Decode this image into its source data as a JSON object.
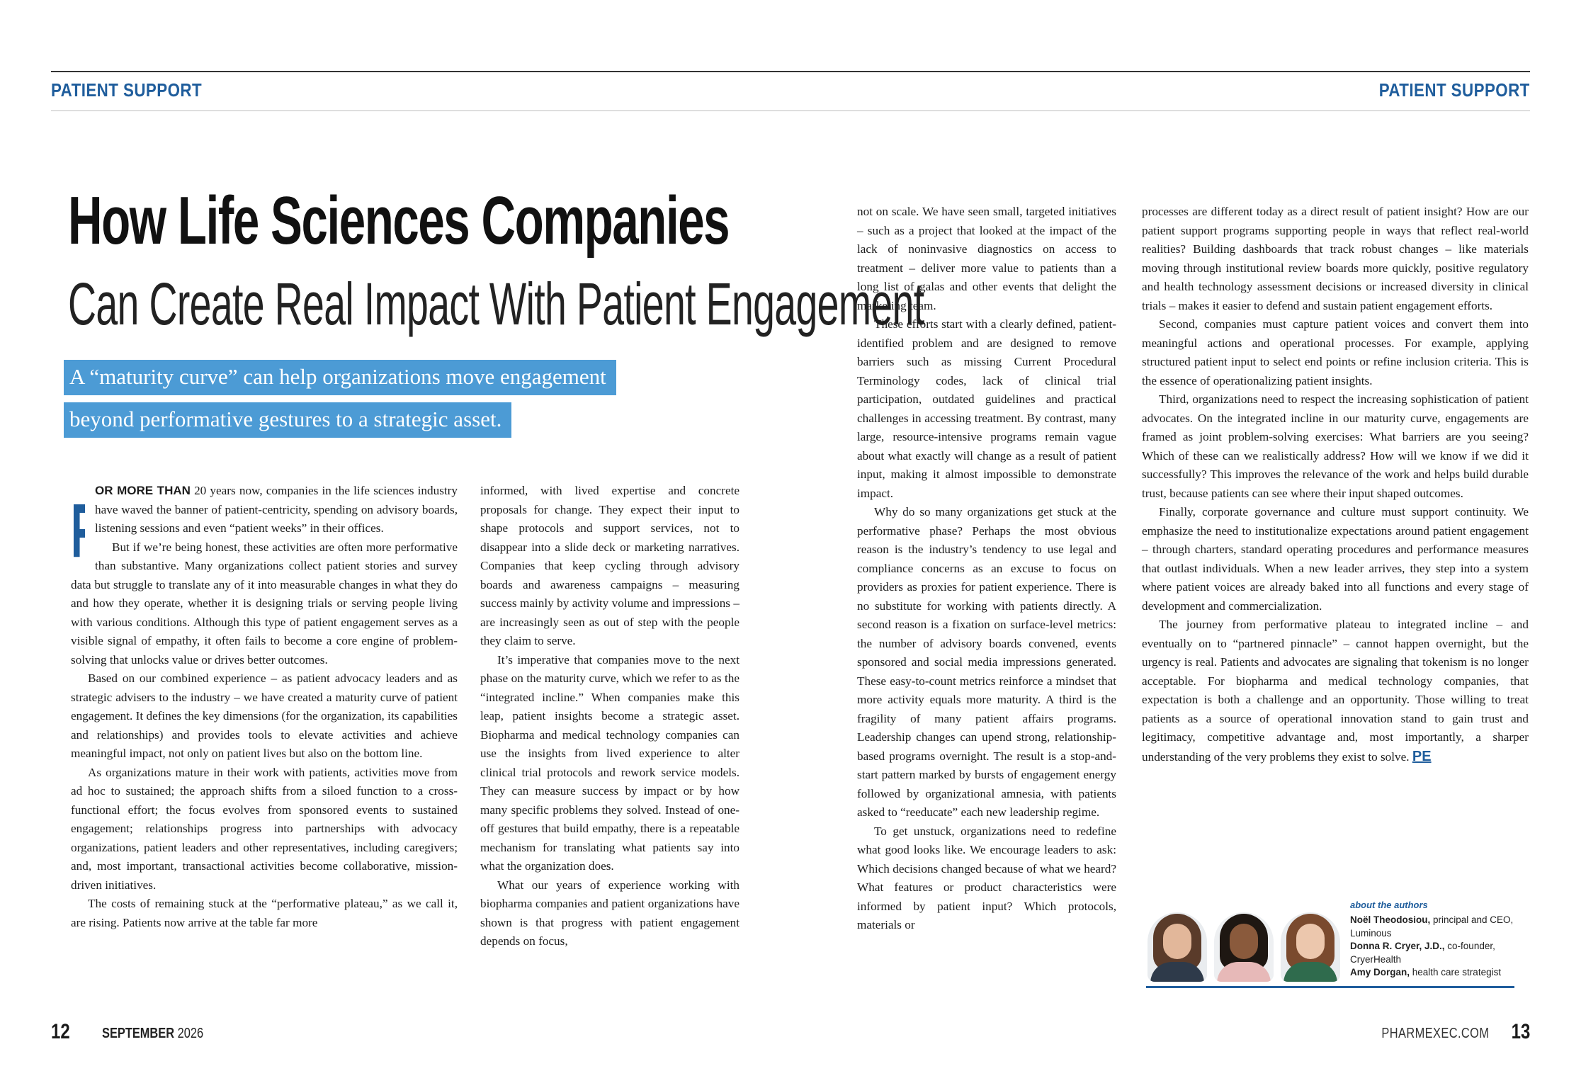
{
  "header": {
    "section_left": "PATIENT SUPPORT",
    "section_right": "PATIENT SUPPORT"
  },
  "article": {
    "title": "How Life Sciences Companies",
    "subtitle": "Can Create Real Impact With Patient Engagement",
    "deck": [
      "A “maturity curve”  can help organizations move engagement",
      "beyond performative gestures to a strategic asset."
    ],
    "dropcap": "F",
    "lead_caps": "OR MORE THAN",
    "lead_rest": " 20 years now, companies in the life sciences industry have waved the banner of patient-centricity, spending on advisory boards, listening sessions and even “patient weeks” in their offices.",
    "col1": [
      "But if we’re being honest, these activities are often more performative than substantive. Many organizations collect patient stories and survey data but struggle to translate any of it into measurable changes in what they do and how they operate, whether it is designing trials or serving people living with various conditions. Although this type of patient engagement serves as a visible signal of empathy, it often fails to become a core engine of problem-solving that unlocks value or drives better outcomes.",
      "Based on our combined experience – as patient advocacy leaders and as strategic advisers to the industry – we have created a maturity curve of patient engagement. It defines the key dimensions (for the organization, its capabilities and relationships) and provides tools to elevate activities and achieve meaningful impact, not only on patient lives but also on the bottom line.",
      "As organizations mature in their work with patients, activities move from ad hoc to sustained; the approach shifts from a siloed function to a cross-functional effort; the focus evolves from sponsored events to sustained engagement; relationships progress into partnerships with advocacy organizations, patient leaders and other representatives, including caregivers; and, most important, transactional activities become collaborative, mission-driven initiatives.",
      "The costs of remaining stuck at the “performative plateau,” as we call it, are rising. Patients now arrive at the table far more"
    ],
    "col2": [
      "informed, with lived expertise and concrete proposals for change. They expect their input to shape protocols and support services, not to disappear into a slide deck or marketing narratives. Companies that keep cycling through advisory boards and awareness campaigns – measuring success mainly by activity volume and impressions – are increasingly seen as out of step with the people they claim to serve.",
      "It’s imperative that companies move to the next phase on the maturity curve, which we refer to as the “integrated incline.” When companies make this leap, patient insights become a strategic asset. Biopharma and medical technology companies can use the insights from lived experience to alter clinical trial protocols and rework service models. They can measure success by impact or by how many specific problems they solved. Instead of one-off gestures that build empathy, there is a repeatable mechanism for translating what patients say into what the organization does.",
      "What our years of experience working with biopharma companies and patient organizations have shown is that progress with patient engagement depends on focus,"
    ],
    "col3": [
      "not on scale. We have seen small, targeted initiatives – such as a project that looked at the impact of the lack of noninvasive diagnostics on access to treatment – deliver more value to patients than a long list of galas and other events that delight the marketing team.",
      "These efforts start with a clearly defined, patient-identified problem and are designed to remove barriers such as missing Current Procedural Terminology codes, lack of clinical trial participation, outdated guidelines and practical challenges in accessing treatment. By contrast, many large, resource-intensive programs remain vague about what exactly will change as a result of patient input, making it almost impossible to demonstrate impact.",
      "Why do so many organizations get stuck at the performative phase? Perhaps the most obvious reason is the industry’s tendency to use legal and compliance concerns as an excuse to focus on providers as proxies for patient experience. There is no substitute for working with patients directly. A second reason is a fixation on surface-level metrics: the number of advisory boards convened, events sponsored and social media impressions generated. These easy-to-count metrics reinforce a mindset that more activity equals more maturity. A third is the fragility of many patient affairs programs. Leadership changes can upend strong, relationship-based programs overnight. The result is a stop-and-start pattern marked by bursts of engagement energy followed by organizational amnesia, with patients asked to “reeducate” each new leadership regime.",
      "To get unstuck, organizations need to redefine what good looks like. We encourage leaders to ask: Which decisions changed because of what we heard? What features or product characteristics were informed by patient input? Which protocols, materials or"
    ],
    "col4": [
      "processes are different today as a direct result of patient insight? How are our patient support programs supporting people in ways that reflect real-world realities? Building dashboards that track robust changes – like materials moving through institutional review boards more quickly, positive regulatory and health technology assessment decisions or increased diversity in clinical trials – makes it easier to defend and sustain patient engagement efforts.",
      "Second, companies must capture patient voices and convert them into meaningful actions and operational processes. For example, applying structured patient input to select end points or refine inclusion criteria. This is the essence of operationalizing patient insights.",
      "Third, organizations need to respect the increasing sophistication of patient advocates. On the integrated incline in our maturity curve, engagements are framed as joint problem-solving exercises: What barriers are you seeing? Which of these can we realistically address? How will we know if we did it successfully? This improves the relevance of the work and helps build durable trust, because patients can see where their input shaped outcomes.",
      "Finally, corporate governance and culture must support continuity. We emphasize the need to institutionalize expectations around patient engagement – through charters, standard operating procedures and performance measures that outlast individuals. When a new leader arrives, they step into a system where patient voices are already baked into all functions and every stage of development and commercialization.",
      "The journey from performative plateau to integrated incline – and eventually on to “partnered pinnacle” – cannot happen overnight, but the urgency is real. Patients and advocates are signaling that tokenism is no longer acceptable. For biopharma and medical technology companies, that expectation is both a challenge and an opportunity. Those willing to treat patients as a source of operational innovation stand to gain trust and legitimacy, competitive advantage and, most importantly, a sharper understanding of the very problems they exist to solve."
    ],
    "end_mark": "PE"
  },
  "authors": {
    "heading": "about the authors",
    "list": [
      {
        "name": "Noël Theodosiou,",
        "role": " principal and CEO, Luminous"
      },
      {
        "name": "Donna R. Cryer, J.D.,",
        "role": " co-founder, CryerHealth"
      },
      {
        "name": "Amy Dorgan,",
        "role": " health care strategist"
      }
    ]
  },
  "footer": {
    "page_left": "12",
    "month": "SEPTEMBER",
    "year": "2026",
    "site": "PHARMEXEC.COM",
    "page_right": "13"
  },
  "colors": {
    "accent": "#1f5d9c",
    "deck_bg": "#4c9bd5"
  }
}
